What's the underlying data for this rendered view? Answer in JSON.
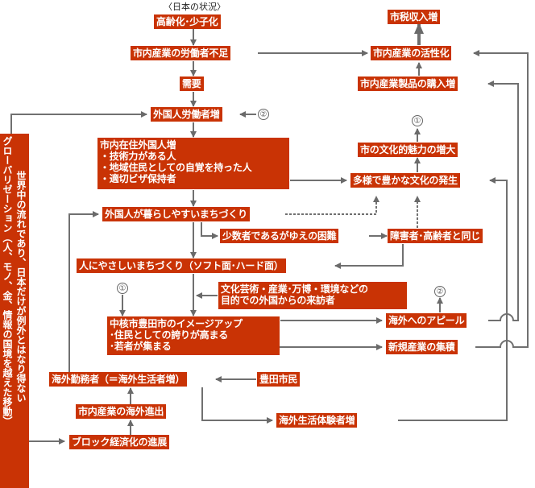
{
  "header_caption": "〈日本の状況〉",
  "colors": {
    "box": "#c93305",
    "line": "#707070",
    "text": "#ffffff"
  },
  "nodes": {
    "aging": "高齢化･少子化",
    "labor_shortage": "市内産業の労働者不足",
    "demand": "需要",
    "foreign_workers": "外国人労働者増",
    "resident_foreigners": {
      "title": "市内在住外国人増",
      "items": [
        "・技術力がある人",
        "・地域住民としての自覚を持った人",
        "・適切ビザ保持者"
      ]
    },
    "foreigner_friendly": "外国人が暮らしやすいまちづくり",
    "minority_difficulty": "少数者であるがゆえの困難",
    "same_as_disabled": "障害者･高齢者と同じ",
    "people_friendly": "人にやさしいまちづくり（ソフト面･ハード面）",
    "visitors": [
      "文化芸術・産業･万博・環境などの",
      "目的での外国からの来訪者"
    ],
    "image_up": {
      "title": "中核市豊田市のイメージアップ",
      "items": [
        "･住民としての誇りが高まる",
        "･若者が集まる"
      ]
    },
    "overseas_appeal": "海外へのアピール",
    "new_industry": "新規産業の集積",
    "tax_increase": "市税収入増",
    "industry_active": "市内産業の活性化",
    "product_purchase": "市内産業製品の購入増",
    "cultural_appeal": "市の文化的魅力の増大",
    "diverse_culture": "多様で豊かな文化の発生",
    "overseas_workers": "海外勤務者（＝海外生活者増）",
    "toyota_citizens": "豊田市民",
    "overseas_expansion": "市内産業の海外進出",
    "block_economy": "ブロック経済化の進展",
    "overseas_experience": "海外生活体験者増",
    "globalization": {
      "col1": "グローバリゼーション（人、モノ、金、情報の国境を越えた移動）",
      "col2": "世界中の流れであり、日本だけが例外とはなり得ない"
    }
  },
  "markers": {
    "one": "①",
    "two": "②"
  }
}
